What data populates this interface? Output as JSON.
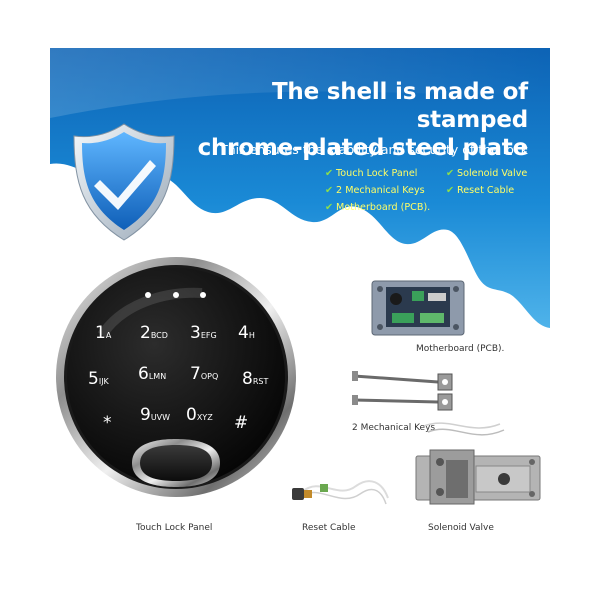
{
  "headline": {
    "line1": "The shell is made of stamped",
    "line2": "chrome-plated steel plate",
    "subtitle": "This ensures the stability and security of the lock"
  },
  "features": [
    {
      "label": "Touch Lock Panel"
    },
    {
      "label": "Solenoid Valve"
    },
    {
      "label": "2 Mechanical Keys"
    },
    {
      "label": "Reset Cable"
    },
    {
      "label": "Motherboard (PCB)."
    }
  ],
  "check_glyph": "✔",
  "keypad": {
    "keys": [
      {
        "digit": "1",
        "letters": "A"
      },
      {
        "digit": "2",
        "letters": "BCD"
      },
      {
        "digit": "3",
        "letters": "EFG"
      },
      {
        "digit": "4",
        "letters": "H"
      },
      {
        "digit": "5",
        "letters": "IJK"
      },
      {
        "digit": "6",
        "letters": "LMN"
      },
      {
        "digit": "7",
        "letters": "OPQ"
      },
      {
        "digit": "8",
        "letters": "RST"
      },
      {
        "digit": "*",
        "letters": ""
      },
      {
        "digit": "9",
        "letters": "UVW"
      },
      {
        "digit": "0",
        "letters": "XYZ"
      },
      {
        "digit": "#",
        "letters": ""
      }
    ]
  },
  "captions": {
    "motherboard": "Motherboard (PCB).",
    "keys": "2 Mechanical Keys",
    "touch_panel": "Touch Lock Panel",
    "reset_cable": "Reset Cable",
    "solenoid": "Solenoid Valve"
  },
  "colors": {
    "banner_blue": "#0a5fb0",
    "headline_text": "#ffffff",
    "feature_text": "#ffff66",
    "check": "#8ee04a",
    "shield_blue": "#1e7fd8",
    "caption_text": "#333333"
  },
  "icons": [
    "shield-check-icon",
    "check-icon"
  ]
}
